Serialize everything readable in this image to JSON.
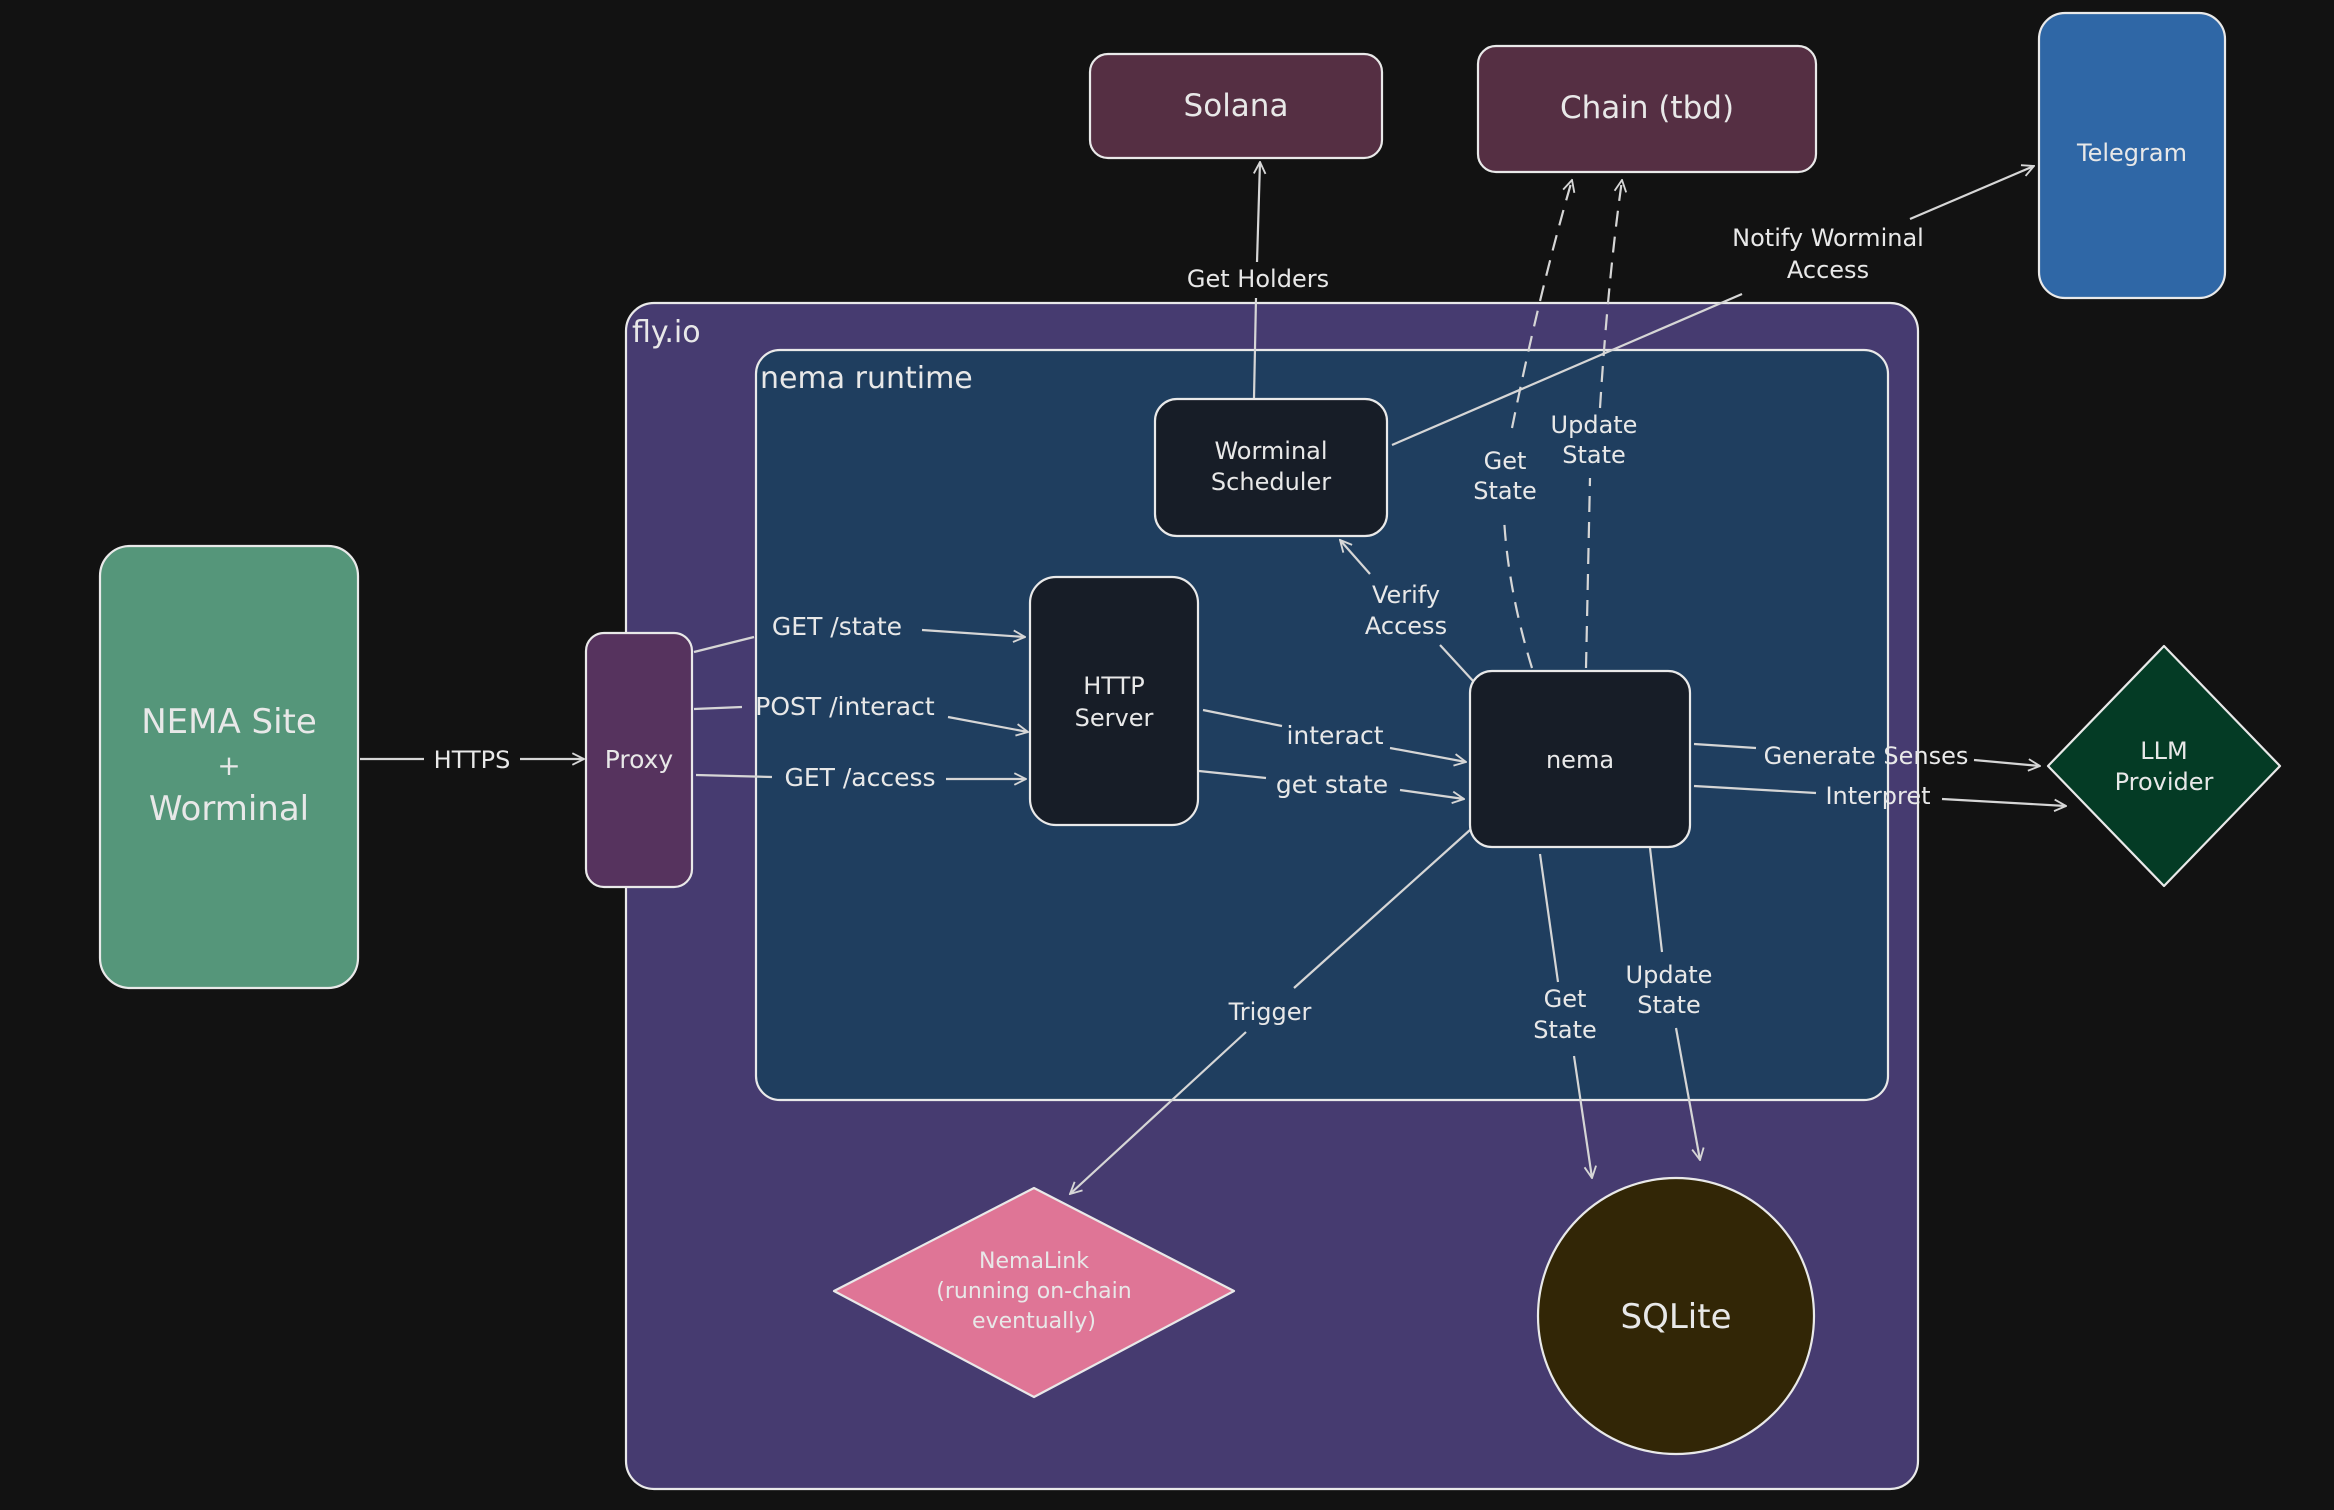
{
  "diagram": {
    "containers": {
      "fly_io": "fly.io",
      "nema_runtime": "nema runtime"
    },
    "nodes": {
      "nema_site": [
        "NEMA Site",
        "+",
        "Worminal"
      ],
      "proxy": "Proxy",
      "http_server": [
        "HTTP",
        "Server"
      ],
      "worminal_scheduler": [
        "Worminal",
        "Scheduler"
      ],
      "nema": "nema",
      "solana": "Solana",
      "chain": "Chain (tbd)",
      "telegram": "Telegram",
      "llm_provider": [
        "LLM",
        "Provider"
      ],
      "nemalink": [
        "NemaLink",
        "(running on-chain",
        "eventually)"
      ],
      "sqlite": "SQLite"
    },
    "edge_labels": {
      "https": "HTTPS",
      "get_state_route": "GET /state",
      "post_interact_route": "POST /interact",
      "get_access_route": "GET /access",
      "interact": "interact",
      "get_state": "get state",
      "get_holders": "Get Holders",
      "notify": [
        "Notify Worminal",
        "Access"
      ],
      "verify_access": [
        "Verify",
        "Access"
      ],
      "chain_get_state": [
        "Get",
        "State"
      ],
      "chain_update_state": [
        "Update",
        "State"
      ],
      "generate_senses": "Generate Senses",
      "interpret": "Interpret",
      "trigger": "Trigger",
      "db_get_state": [
        "Get",
        "State"
      ],
      "db_update_state": [
        "Update",
        "State"
      ]
    },
    "colors": {
      "background": "#121212",
      "fly_io": "#463b70",
      "nema_runtime": "#1f3e5f",
      "dark_node": "#171d27",
      "nema_site": "#55967a",
      "proxy": "#56335e",
      "solana": "#552f43",
      "chain": "#552f43",
      "telegram": "#2f67a6",
      "llm_provider": "#043b25",
      "nemalink": "#df7596",
      "sqlite": "#322606",
      "stroke": "#e9e9e9"
    }
  }
}
